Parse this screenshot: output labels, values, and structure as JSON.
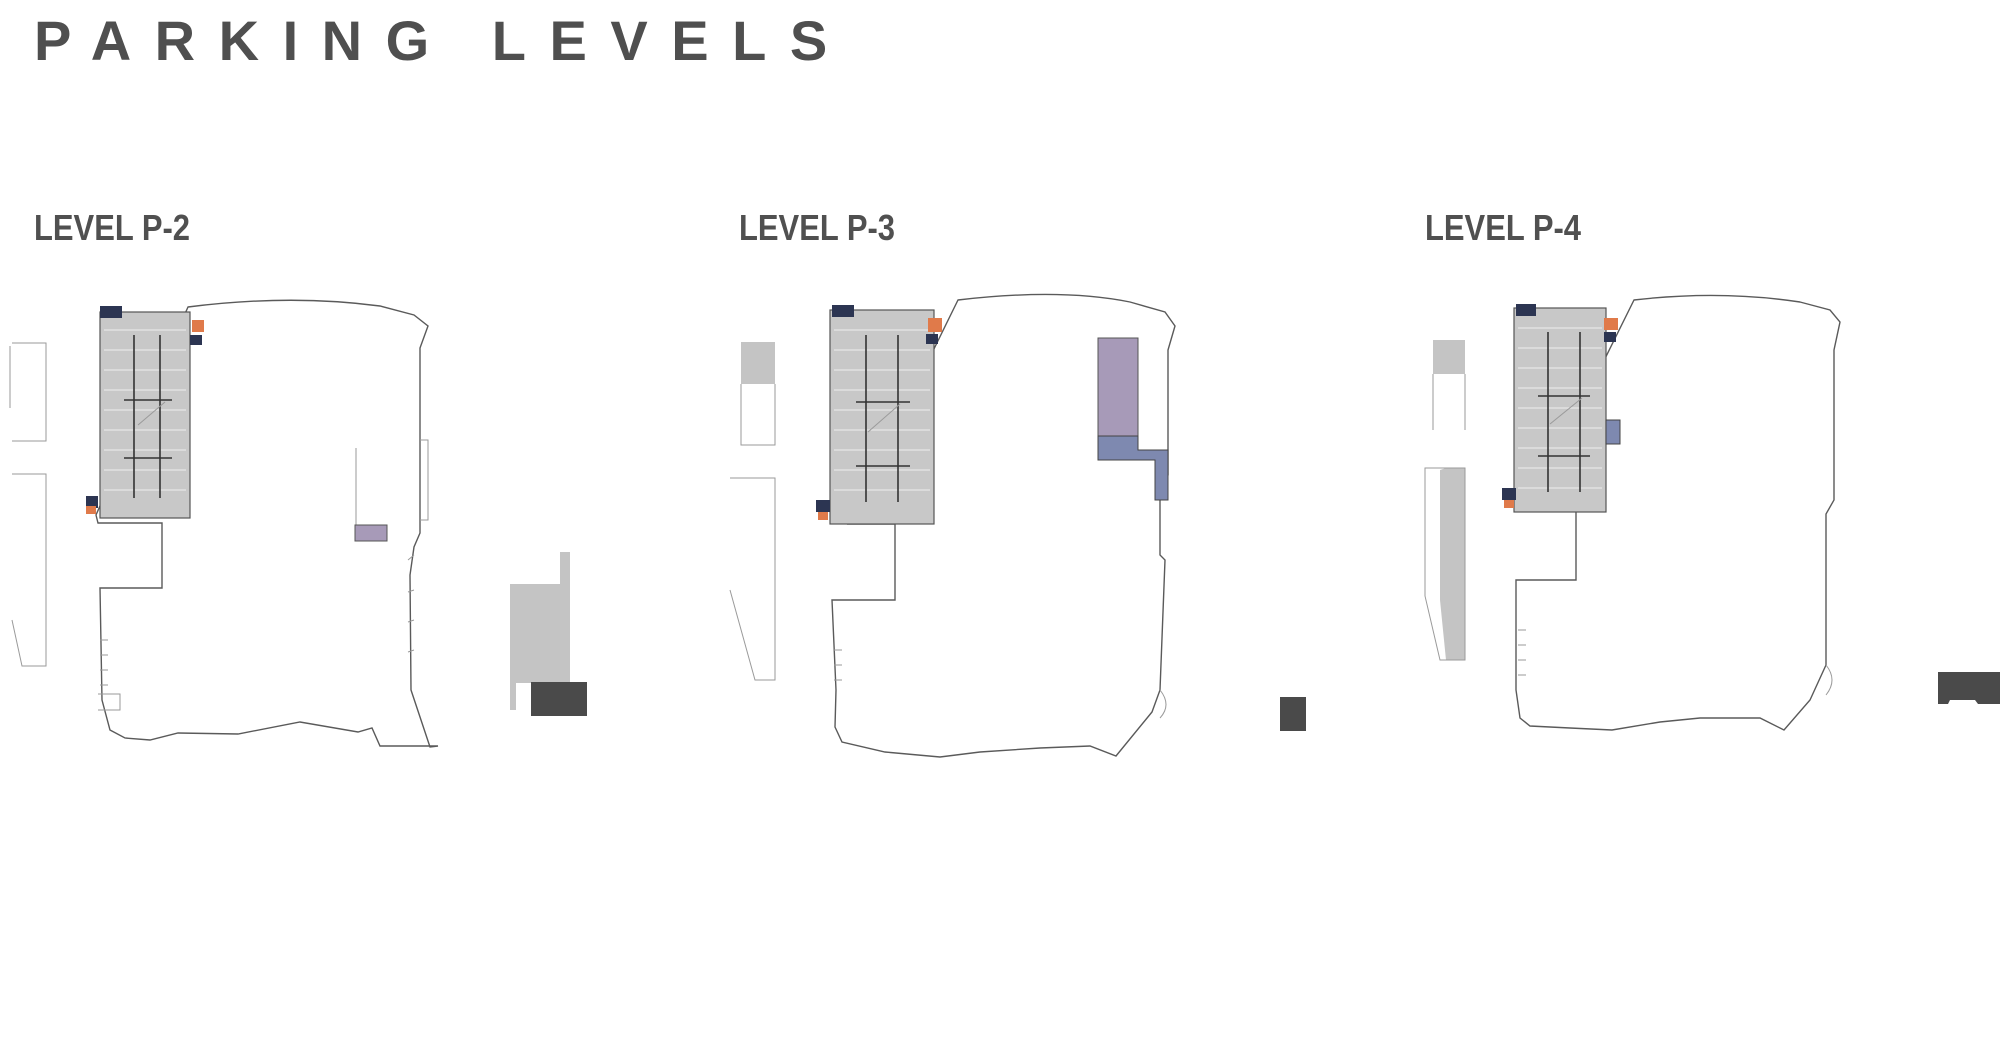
{
  "page": {
    "title": "PARKING LEVELS"
  },
  "levels": [
    {
      "id": "p2",
      "label": "LEVEL P-2"
    },
    {
      "id": "p3",
      "label": "LEVEL P-3"
    },
    {
      "id": "p4",
      "label": "LEVEL P-4"
    }
  ],
  "colors": {
    "title_text": "#4f4f4f",
    "garage_fill": "#c8c8c8",
    "core_purple": "#a79ab8",
    "core_blue": "#7e89b0",
    "stair_orange": "#e07a4a",
    "dark_block": "#4a4a4a"
  }
}
